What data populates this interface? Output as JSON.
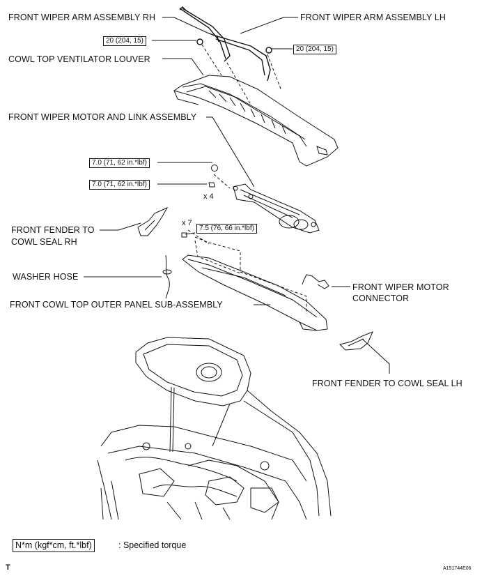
{
  "labels": {
    "wiper_arm_rh": "FRONT WIPER ARM ASSEMBLY RH",
    "wiper_arm_lh": "FRONT WIPER ARM ASSEMBLY LH",
    "cowl_louver": "COWL TOP VENTILATOR LOUVER",
    "motor_link": "FRONT WIPER MOTOR AND LINK ASSEMBLY",
    "fender_seal_rh_line1": "FRONT FENDER TO",
    "fender_seal_rh_line2": "COWL SEAL RH",
    "washer_hose": "WASHER HOSE",
    "motor_connector_line1": "FRONT WIPER MOTOR",
    "motor_connector_line2": "CONNECTOR",
    "outer_panel": "FRONT COWL TOP OUTER PANEL SUB-ASSEMBLY",
    "fender_seal_lh": "FRONT FENDER TO COWL SEAL LH"
  },
  "torques": {
    "arm_rh": "20 (204, 15)",
    "arm_lh": "20 (204, 15)",
    "motor_nut": "7.0 (71, 62 in.*lbf)",
    "motor_bolt": "7.0 (71, 62 in.*lbf)",
    "panel_bolt": "7.5 (76, 66 in.*lbf)"
  },
  "multipliers": {
    "motor_bolts": "x 4",
    "panel_bolts": "x 7"
  },
  "legend": {
    "unit_box": "N*m (kgf*cm, ft.*lbf)",
    "description": ": Specified torque"
  },
  "footer": {
    "corner_mark": "T",
    "figure_id": "A151744E06"
  }
}
